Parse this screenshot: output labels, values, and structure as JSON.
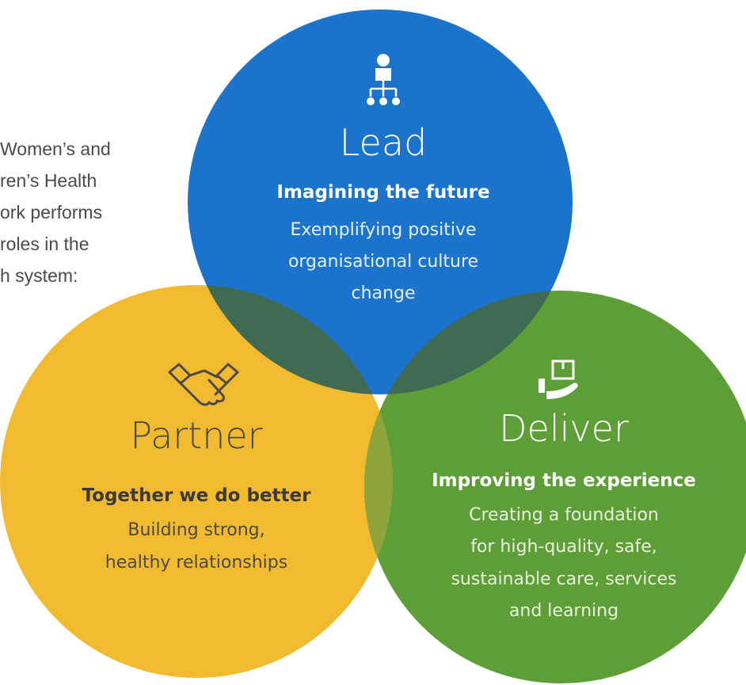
{
  "intro": {
    "lines": [
      "Women’s and",
      "ren’s Health",
      "ork performs",
      "roles in the",
      "h system:"
    ]
  },
  "circles": [
    {
      "id": "lead",
      "icon": "org-chart-icon",
      "title": "Lead",
      "subtitle": "Imagining the future",
      "description": [
        "Exemplifying positive",
        "organisational culture",
        "change"
      ],
      "color": "#1C73CC",
      "title_color": "#ffffff",
      "subtitle_color": "#ffffff",
      "text_color": "#e6f0fb"
    },
    {
      "id": "partner",
      "icon": "handshake-icon",
      "title": "Partner",
      "subtitle": "Together we do better",
      "description": [
        "Building strong,",
        "healthy relationships"
      ],
      "color": "#F2BA2E",
      "title_color": "#4a4a4a",
      "subtitle_color": "#3a3a3a",
      "text_color": "#4a4a4a"
    },
    {
      "id": "deliver",
      "icon": "hand-box-icon",
      "title": "Deliver",
      "subtitle": "Improving the experience",
      "description": [
        "Creating a foundation",
        "for high-quality, safe,",
        "sustainable care, services",
        "and learning"
      ],
      "color": "#5E9E36",
      "title_color": "#ffffff",
      "subtitle_color": "#ffffff",
      "text_color": "#e8f2df"
    }
  ],
  "overlap_color": "#3E6B52",
  "center_overlap_color": "#2F5A4F"
}
